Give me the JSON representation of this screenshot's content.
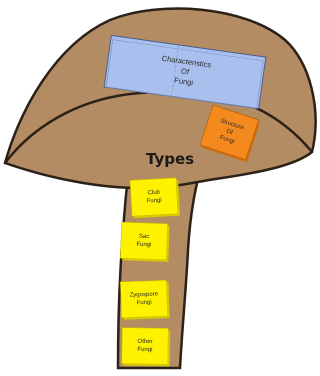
{
  "cap": {
    "title_note": {
      "lines": [
        "Characteristics",
        "Of",
        "Fungi"
      ],
      "color": "#a9bfee"
    },
    "structure_note": {
      "lines": [
        "Structure",
        "Of",
        "Fungi"
      ],
      "color": "#f4891e"
    }
  },
  "stem": {
    "heading": "Types",
    "notes": [
      {
        "lines": [
          "Club",
          "Fungi"
        ]
      },
      {
        "lines": [
          "Sac",
          "Fungi"
        ]
      },
      {
        "lines": [
          "Zygospore",
          "Fungi"
        ]
      },
      {
        "lines": [
          "Other",
          "Fungi"
        ]
      }
    ],
    "note_color": "#fff200"
  },
  "colors": {
    "mushroom_fill": "#b48c63",
    "outline": "#2b2118"
  }
}
